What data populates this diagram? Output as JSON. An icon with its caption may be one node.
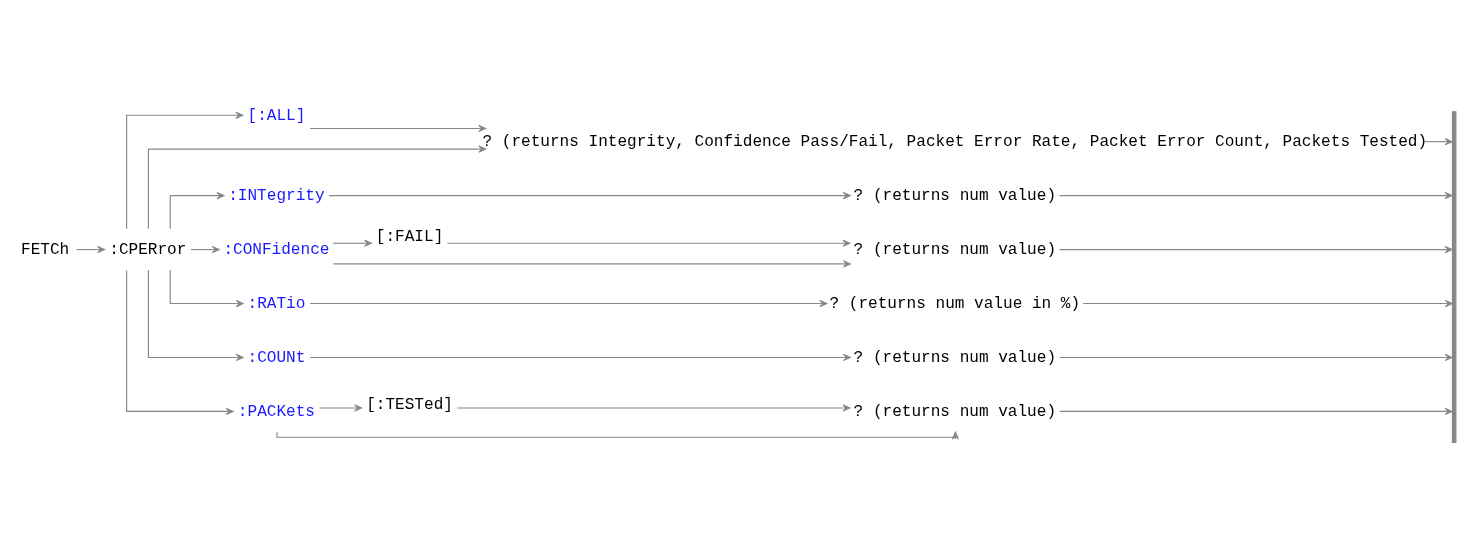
{
  "diagram": {
    "nodes": [
      {
        "text": [
          "FETCh"
        ]
      },
      {
        "text": [
          ":CPERror"
        ]
      },
      {
        "text": [
          "[:ALL]"
        ]
      },
      {
        "text": [
          "? (returns Integrity, Confidence Pass/Fail, Packet Error Rate, Packet Error Count, Packets Tested)"
        ]
      },
      {
        "text": [
          ":INTegrity"
        ]
      },
      {
        "text": [
          "? (returns num value)"
        ]
      },
      {
        "text": [
          ":CONFidence"
        ]
      },
      {
        "text": [
          "[:FAIL]"
        ]
      },
      {
        "text": [
          "? (returns num value)"
        ]
      },
      {
        "text": [
          ":RATio"
        ]
      },
      {
        "text": [
          "? (returns num value in %)"
        ]
      },
      {
        "text": [
          ":COUNt"
        ]
      },
      {
        "text": [
          "? (returns num value)"
        ]
      },
      {
        "text": [
          ":PACKets"
        ]
      },
      {
        "text": [
          "[:TESTed]"
        ]
      },
      {
        "text": [
          "? (returns num value)"
        ]
      },
      {
        "text": [],
        "shape": "bar"
      }
    ],
    "edges": [
      {
        "from": 0,
        "to": 1,
        "arrow": "to"
      },
      {
        "from": 1,
        "to": 3,
        "arrow": "to"
      },
      {
        "from": 1,
        "to": 2,
        "arrow": "to"
      },
      {
        "from": 2,
        "to": 3,
        "arrow": "to"
      },
      {
        "from": 1,
        "to": 4,
        "arrow": "to"
      },
      {
        "from": 4,
        "to": 5,
        "arrow": "to"
      },
      {
        "from": 1,
        "to": 6,
        "arrow": "to"
      },
      {
        "from": 6,
        "to": 8,
        "arrow": "to"
      },
      {
        "from": 6,
        "to": 7,
        "arrow": "to"
      },
      {
        "from": 7,
        "to": 8,
        "arrow": "to"
      },
      {
        "from": 1,
        "to": 9,
        "arrow": "to"
      },
      {
        "from": 9,
        "to": 10,
        "arrow": "to"
      },
      {
        "from": 1,
        "to": 11,
        "arrow": "to"
      },
      {
        "from": 11,
        "to": 12,
        "arrow": "to"
      },
      {
        "from": 1,
        "to": 13,
        "arrow": "to"
      },
      {
        "from": 13,
        "to": 15,
        "arrow": "to"
      },
      {
        "from": 13,
        "to": 14,
        "arrow": "to"
      },
      {
        "from": 14,
        "to": 15,
        "arrow": "to"
      },
      {
        "from": 3,
        "to": 16,
        "arrow": "to"
      },
      {
        "from": 5,
        "to": 16,
        "arrow": "to"
      },
      {
        "from": 8,
        "to": 16,
        "arrow": "to"
      },
      {
        "from": 10,
        "to": 16,
        "arrow": "to"
      },
      {
        "from": 12,
        "to": 16,
        "arrow": "to"
      },
      {
        "from": 15,
        "to": 16,
        "arrow": "to"
      }
    ]
  }
}
